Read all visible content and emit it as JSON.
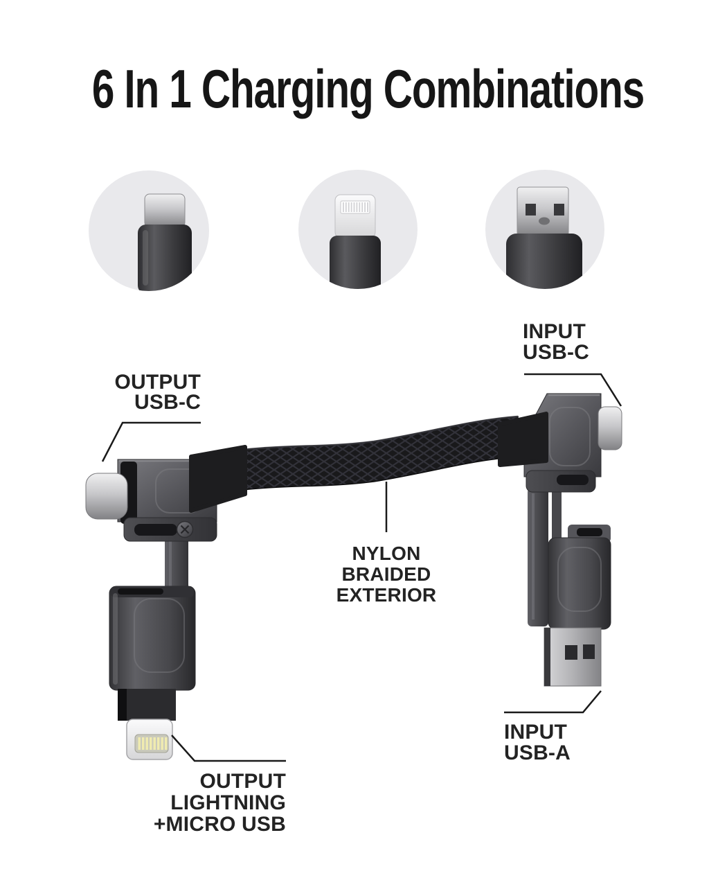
{
  "title": {
    "text": "6 In 1 Charging Combinations"
  },
  "connector_icons": [
    {
      "id": "usb-c",
      "name": "usb-c-plug-icon"
    },
    {
      "id": "lightning",
      "name": "lightning-plug-icon"
    },
    {
      "id": "usb-a",
      "name": "usb-a-plug-icon"
    }
  ],
  "callouts": {
    "input_usbc": {
      "lines": [
        "INPUT",
        "USB-C"
      ]
    },
    "output_usbc": {
      "lines": [
        "OUTPUT",
        "USB-C"
      ]
    },
    "nylon_braided": {
      "lines": [
        "NYLON",
        "BRAIDED",
        "EXTERIOR"
      ]
    },
    "output_lightning": {
      "lines": [
        "OUTPUT",
        "LIGHTNING",
        "+MICRO USB"
      ]
    },
    "input_usba": {
      "lines": [
        "INPUT",
        "USB-A"
      ]
    }
  },
  "illustration_parts": [
    "braided-cable",
    "usb-c-plug-left",
    "usb-c-plug-right",
    "lightning-tip",
    "micro-usb-adapter",
    "usb-a-plug",
    "keyring-screw"
  ],
  "colors": {
    "background": "#ffffff",
    "title_text": "#161616",
    "label_text": "#232323",
    "callout_line": "#1a1a1a",
    "circle_bg": "#e9e9ec",
    "cable_black": "#19191b",
    "boot_black": "#1d1d1f",
    "gunmetal": "#56565b",
    "metal_light": "#c7c7ca",
    "lightning_pins": "#f0ebb0"
  }
}
